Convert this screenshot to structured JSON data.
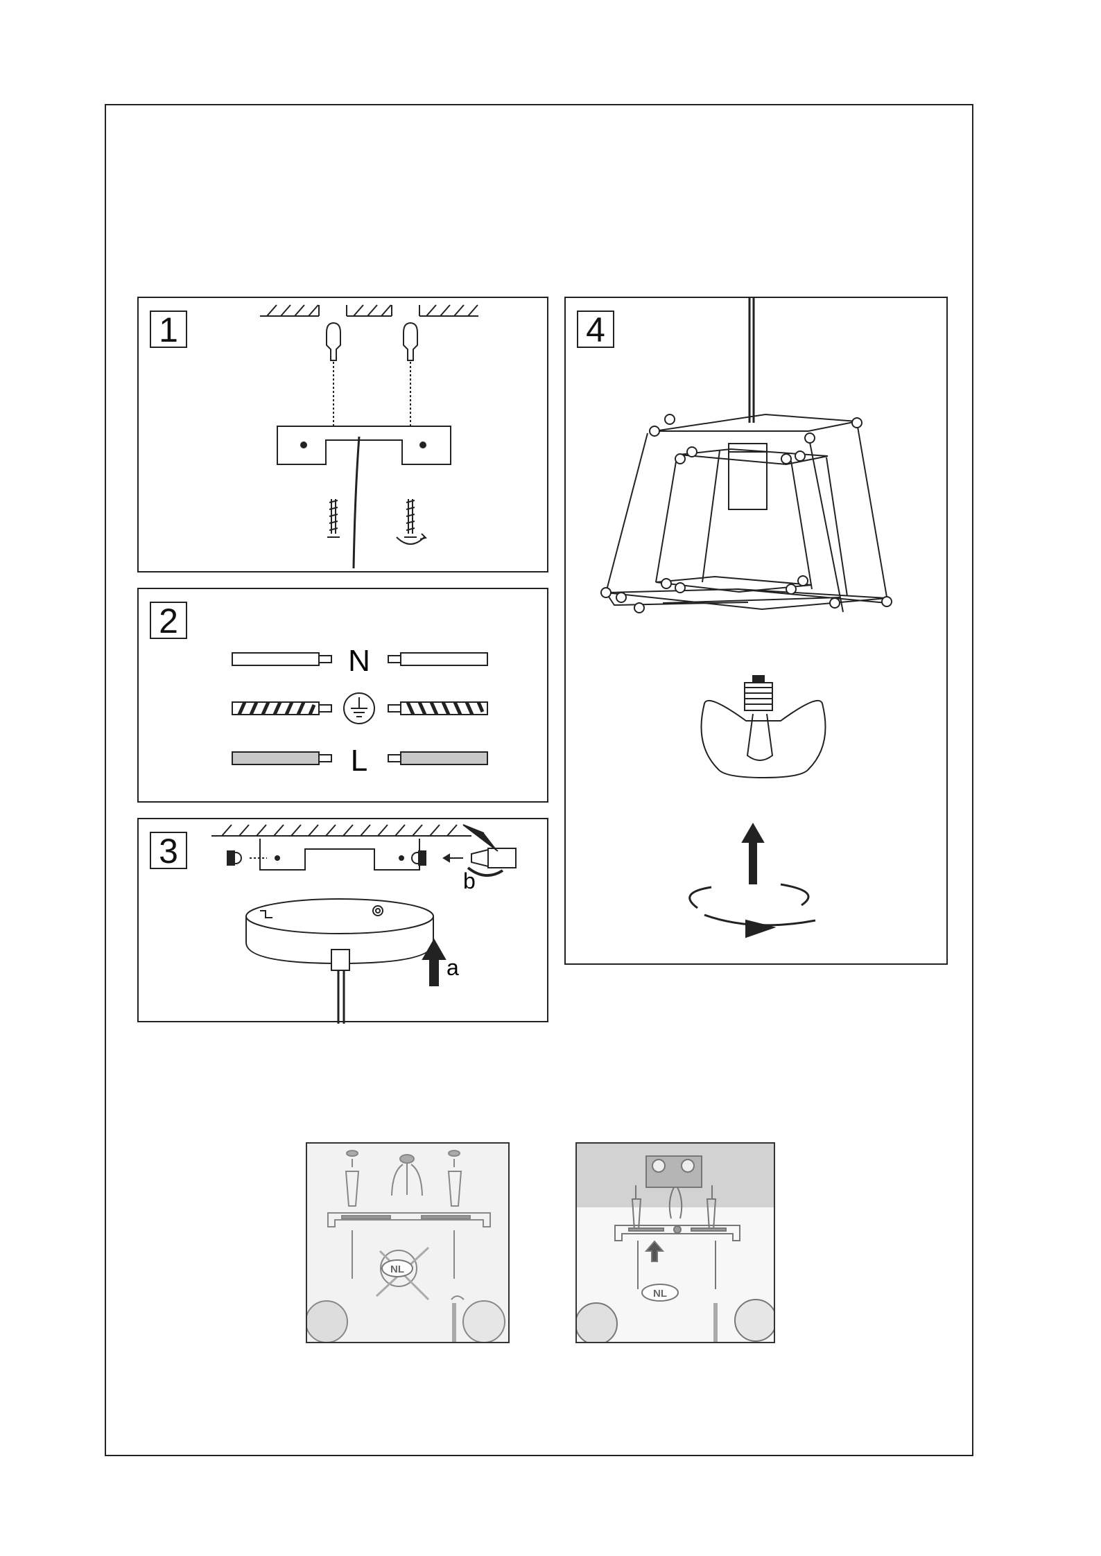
{
  "steps": {
    "step1": {
      "number": "1"
    },
    "step2": {
      "number": "2",
      "neutral_label": "N",
      "live_label": "L"
    },
    "step3": {
      "number": "3",
      "arrow_a_label": "a",
      "arrow_b_label": "b"
    },
    "step4": {
      "number": "4"
    }
  },
  "photos": {
    "left": {
      "badge": "NL"
    },
    "right": {
      "badge": "NL"
    }
  },
  "colors": {
    "line": "#222222",
    "grey_wire": "#c8c8c8",
    "photo_bg": "#f2f2f2"
  }
}
